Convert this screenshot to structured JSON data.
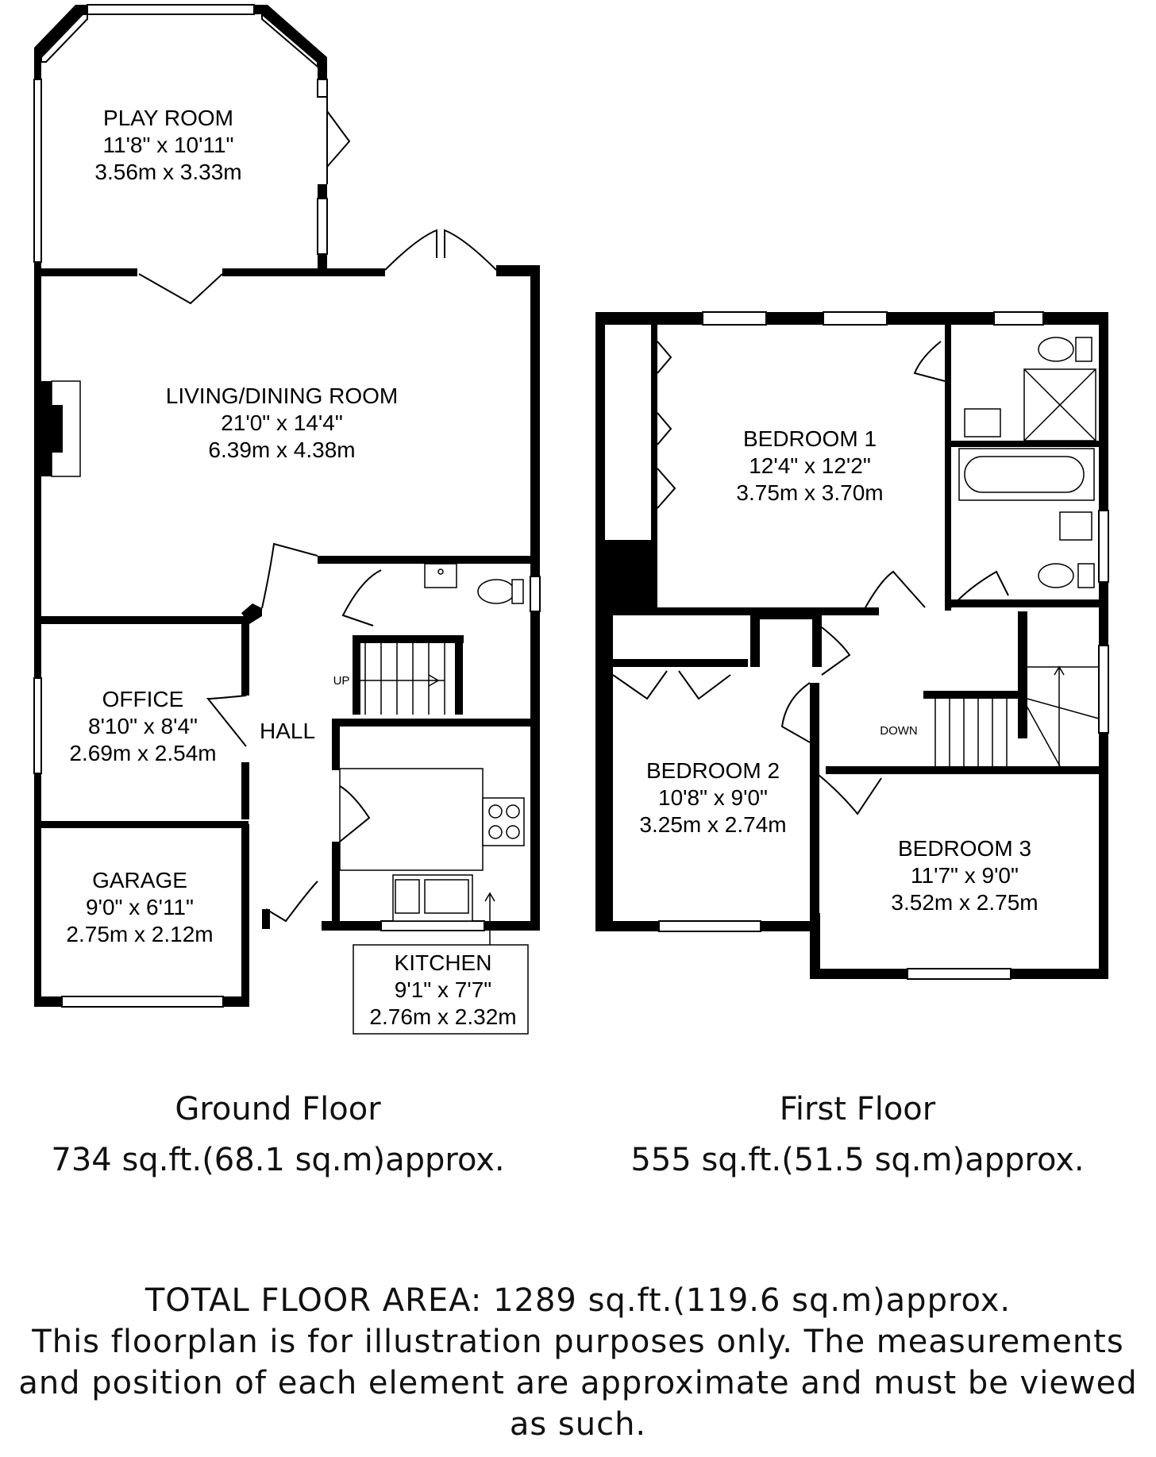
{
  "ground_floor": {
    "title": "Ground Floor",
    "area": "734 sq.ft.(68.1 sq.m)approx.",
    "rooms": {
      "play_room": {
        "name": "PLAY ROOM",
        "imperial": "11'8\" x 10'11\"",
        "metric": "3.56m x 3.33m"
      },
      "living": {
        "name": "LIVING/DINING ROOM",
        "imperial": "21'0\" x 14'4\"",
        "metric": "6.39m x 4.38m"
      },
      "office": {
        "name": "OFFICE",
        "imperial": "8'10\" x 8'4\"",
        "metric": "2.69m x 2.54m"
      },
      "garage": {
        "name": "GARAGE",
        "imperial": "9'0\" x 6'11\"",
        "metric": "2.75m x 2.12m"
      },
      "kitchen": {
        "name": "KITCHEN",
        "imperial": "9'1\" x 7'7\"",
        "metric": "2.76m x 2.32m"
      },
      "hall": {
        "name": "HALL"
      }
    },
    "stairs_label": "UP"
  },
  "first_floor": {
    "title": "First Floor",
    "area": "555 sq.ft.(51.5 sq.m)approx.",
    "rooms": {
      "bedroom1": {
        "name": "BEDROOM 1",
        "imperial": "12'4\" x 12'2\"",
        "metric": "3.75m x 3.70m"
      },
      "bedroom2": {
        "name": "BEDROOM 2",
        "imperial": "10'8\" x 9'0\"",
        "metric": "3.25m x 2.74m"
      },
      "bedroom3": {
        "name": "BEDROOM 3",
        "imperial": "11'7\" x 9'0\"",
        "metric": "3.52m x 2.75m"
      }
    },
    "stairs_label": "DOWN"
  },
  "footer": {
    "total": "TOTAL FLOOR AREA: 1289 sq.ft.(119.6 sq.m)approx.",
    "disclaimer_line1": "This floorplan is for illustration purposes only. The measurements",
    "disclaimer_line2": "and position of each element are approximate and must be viewed",
    "disclaimer_line3": "as such."
  }
}
